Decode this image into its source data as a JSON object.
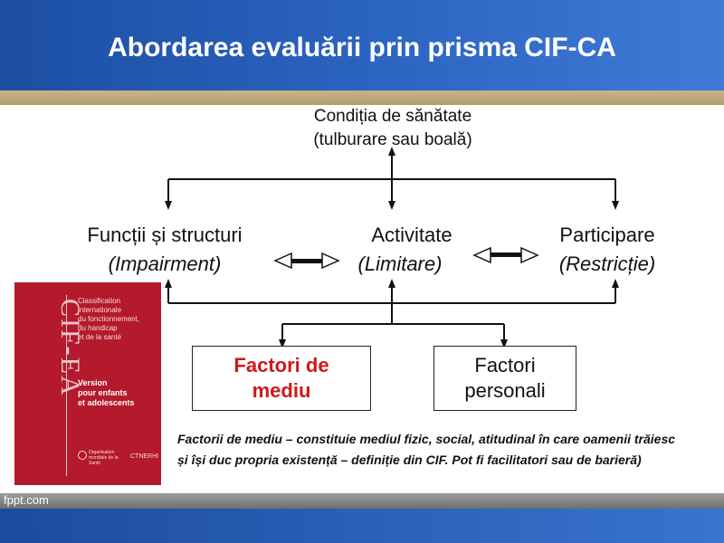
{
  "header": {
    "title": "Abordarea evaluării prin prisma CIF-CA"
  },
  "footer": {
    "label": "fppt.com"
  },
  "diagram": {
    "health_condition": {
      "line1": "Condiția de sănătate",
      "line2": "(tulburare sau boală)"
    },
    "functions": {
      "line1": "Funcții și structuri",
      "line2": "(Impairment)"
    },
    "activity": {
      "line1": "Activitate",
      "line2": "(Limitare)"
    },
    "participation": {
      "line1": "Participare",
      "line2": "(Restricție)"
    },
    "environmental_factors": {
      "line1": "Factori de",
      "line2": "mediu"
    },
    "personal_factors": {
      "line1": "Factori",
      "line2": "personali"
    }
  },
  "note": {
    "text": " Factorii de mediu – constituie mediul fizic, social, atitudinal în care oamenii trăiesc și își duc propria existență – definiție din CIF. Pot fi facilitatori sau de barieră)"
  },
  "book": {
    "spine": "CIF-EA",
    "subtitle_lines": [
      "Classification",
      "internationale",
      "du fonctionnement,",
      "du handicap",
      "et de la santé"
    ],
    "version_lines": [
      "Version",
      "pour enfants",
      "et adolescents"
    ],
    "publisher_left": "Organisation mondiale de la Santé",
    "publisher_right": "CTNERHI"
  },
  "colors": {
    "header_blue": "#2b63c0",
    "accent_red": "#d01818",
    "book_red": "#b5192c"
  }
}
